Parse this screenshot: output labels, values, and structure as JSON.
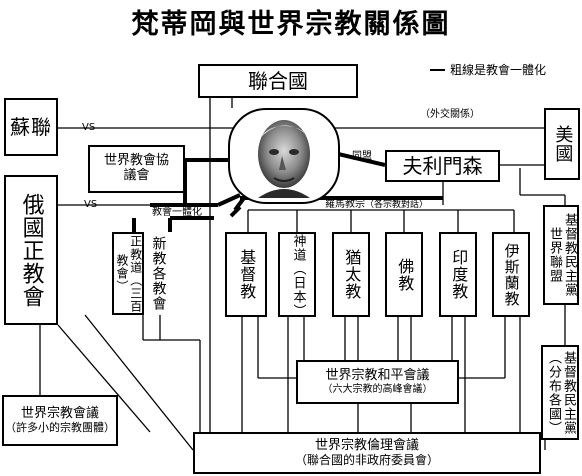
{
  "title": "梵蒂岡與世界宗教關係圖",
  "legend": {
    "text": "粗線是教會一體化"
  },
  "nodes": {
    "un": "聯合國",
    "ussr": "蘇聯",
    "usa": "美國",
    "wcc": "世界教會協議會",
    "freemason": "夫利門森",
    "orthodox": "俄國正教會",
    "new_religions": "新教各教會",
    "orthodox_sects": "正教道（三百教會）",
    "christianity": "基督教",
    "shinto": "神道（日本）",
    "judaism": "猶太教",
    "buddhism": "佛教",
    "hinduism": "印度教",
    "islam": "伊斯蘭教",
    "christian_democratic_union": "基督教民主黨世界聯盟",
    "christian_democratic_parties": "基督教民主黨（分布各國）",
    "world_peace_conference": {
      "name": "世界宗教和平會議",
      "note": "（六大宗教的高峰會議）"
    },
    "world_religions_small": {
      "name": "世界宗教會議",
      "note": "（許多小的宗教團體）"
    },
    "world_ethics_conference": {
      "name": "世界宗教倫理會議",
      "note": "（聯合國的非政府委員會）"
    }
  },
  "labels": {
    "vs_top": "VS",
    "vs_bottom": "VS",
    "foreign_relations": "（外交關係）",
    "alliance": "同盟",
    "church_integration": "教會一體化",
    "roman_church": "羅馬教宗",
    "dialogue": "（各宗教對話）"
  }
}
